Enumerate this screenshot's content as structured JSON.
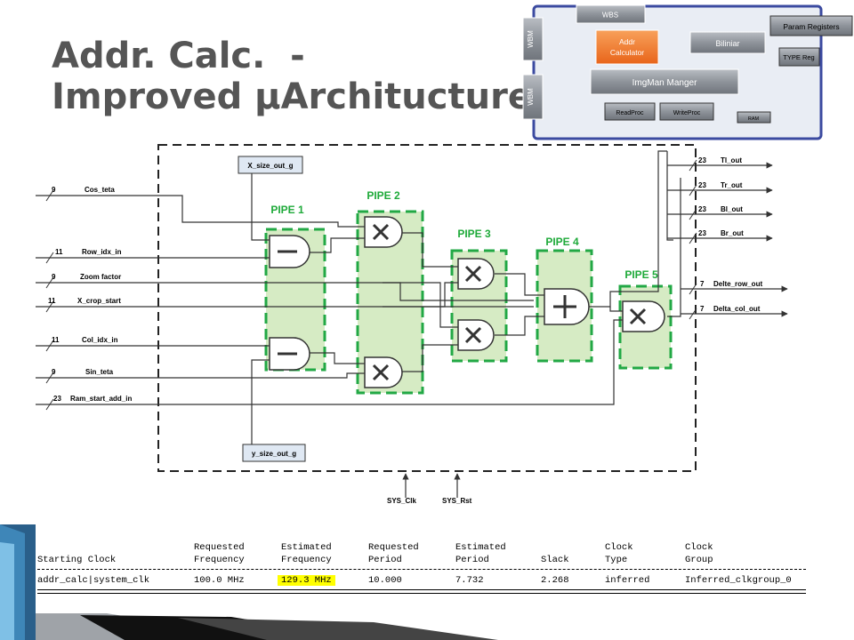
{
  "slide": {
    "title_line1": "Addr. Calc.  -",
    "title_line2": "Improved µArchitucture"
  },
  "overview": {
    "wbs": "WBS",
    "param_registers": "Param Registers",
    "wbm_top": "WBM",
    "wbm_bottom": "WBM",
    "addr_calc_line1": "Addr",
    "addr_calc_line2": "Calculator",
    "biliniar": "Biliniar",
    "type_reg": "TYPE Reg",
    "imgman": "ImgMan Manger",
    "readproc": "ReadProc",
    "writeproc": "WriteProc",
    "ram": "RAM"
  },
  "diagram": {
    "x_size": "X_size_out_g",
    "y_size": "y_size_out_g",
    "pipes": [
      "PIPE 1",
      "PIPE 2",
      "PIPE 3",
      "PIPE 4",
      "PIPE 5"
    ],
    "inputs": [
      {
        "width": "9",
        "name": "Cos_teta"
      },
      {
        "width": "11",
        "name": "Row_idx_in"
      },
      {
        "width": "9",
        "name": "Zoom factor"
      },
      {
        "width": "11",
        "name": "X_crop_start"
      },
      {
        "width": "11",
        "name": "Col_idx_in"
      },
      {
        "width": "9",
        "name": "Sin_teta"
      },
      {
        "width": "23",
        "name": "Ram_start_add_in"
      }
    ],
    "outputs": [
      {
        "width": "23",
        "name": "Tl_out"
      },
      {
        "width": "23",
        "name": "Tr_out"
      },
      {
        "width": "23",
        "name": "Bl_out"
      },
      {
        "width": "23",
        "name": "Br_out"
      },
      {
        "width": "7",
        "name": "Delte_row_out"
      },
      {
        "width": "7",
        "name": "Delta_col_out"
      }
    ],
    "clk": "SYS_Clk",
    "rst": "SYS_Rst"
  },
  "timing": {
    "header1": [
      "",
      "Requested",
      "Estimated",
      "Requested",
      "Estimated",
      "",
      "Clock",
      "Clock"
    ],
    "header2": [
      "Starting Clock",
      "Frequency",
      "Frequency",
      "Period",
      "Period",
      "Slack",
      "Type",
      "Group"
    ],
    "row": [
      "addr_calc|system_clk",
      "100.0 MHz",
      "129.3 MHz",
      "10.000",
      "7.732",
      "2.268",
      "inferred",
      "Inferred_clkgroup_0"
    ]
  },
  "colors": {
    "pipe_fill": "#d6ebc4",
    "pipe_border": "#22a845",
    "pipe_text": "#1faa3a",
    "overview_bg": "#e9edf4",
    "overview_border": "#3b4aa0",
    "addr_orange": "#f47c2a",
    "highlight": "#ffff00"
  }
}
